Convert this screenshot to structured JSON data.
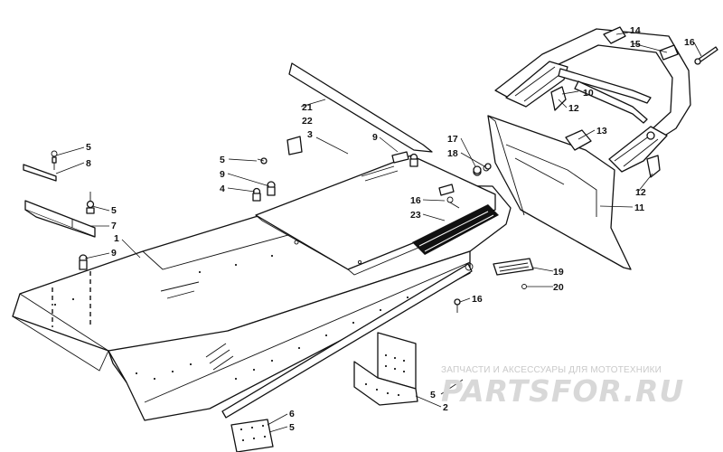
{
  "diagram": {
    "callouts": [
      {
        "id": "c-1",
        "text": "1",
        "part": "tunnel"
      },
      {
        "id": "c-2",
        "text": "2",
        "part": "mounting-bracket"
      },
      {
        "id": "c-3",
        "text": "3",
        "part": "seat-rail"
      },
      {
        "id": "c-4",
        "text": "4",
        "part": "rivet"
      },
      {
        "id": "c-5a",
        "text": "5",
        "part": "rivet"
      },
      {
        "id": "c-5b",
        "text": "5",
        "part": "rivet"
      },
      {
        "id": "c-5c",
        "text": "5",
        "part": "rivet"
      },
      {
        "id": "c-5d",
        "text": "5",
        "part": "rivet"
      },
      {
        "id": "c-5e",
        "text": "5",
        "part": "rivet"
      },
      {
        "id": "c-6",
        "text": "6",
        "part": "plate"
      },
      {
        "id": "c-7",
        "text": "7",
        "part": "bracket"
      },
      {
        "id": "c-8",
        "text": "8",
        "part": "strip"
      },
      {
        "id": "c-9a",
        "text": "9",
        "part": "rivet"
      },
      {
        "id": "c-9b",
        "text": "9",
        "part": "rivet"
      },
      {
        "id": "c-9c",
        "text": "9",
        "part": "rivet"
      },
      {
        "id": "c-10",
        "text": "10",
        "part": "rear-bumper"
      },
      {
        "id": "c-11",
        "text": "11",
        "part": "snow-flap"
      },
      {
        "id": "c-12a",
        "text": "12",
        "part": "clip"
      },
      {
        "id": "c-12b",
        "text": "12",
        "part": "clip"
      },
      {
        "id": "c-13",
        "text": "13",
        "part": "clip"
      },
      {
        "id": "c-14",
        "text": "14",
        "part": "decal"
      },
      {
        "id": "c-15",
        "text": "15",
        "part": "decal"
      },
      {
        "id": "c-16a",
        "text": "16",
        "part": "screw"
      },
      {
        "id": "c-16b",
        "text": "16",
        "part": "screw"
      },
      {
        "id": "c-16c",
        "text": "16",
        "part": "screw"
      },
      {
        "id": "c-17",
        "text": "17",
        "part": "nut"
      },
      {
        "id": "c-18",
        "text": "18",
        "part": "washer"
      },
      {
        "id": "c-19",
        "text": "19",
        "part": "reflector"
      },
      {
        "id": "c-20",
        "text": "20",
        "part": "screw"
      },
      {
        "id": "c-21",
        "text": "21",
        "part": "decal"
      },
      {
        "id": "c-22",
        "text": "22",
        "part": "decal"
      },
      {
        "id": "c-23",
        "text": "23",
        "part": "decal"
      }
    ]
  },
  "watermark": {
    "caption": "ЗАПЧАСТИ И АКСЕССУАРЫ ДЛЯ МОТОТЕХНИКИ",
    "logo": "PARTSFOR.RU",
    "color": "#cfcfcf"
  },
  "colors": {
    "ink": "#111111",
    "background": "#ffffff"
  }
}
